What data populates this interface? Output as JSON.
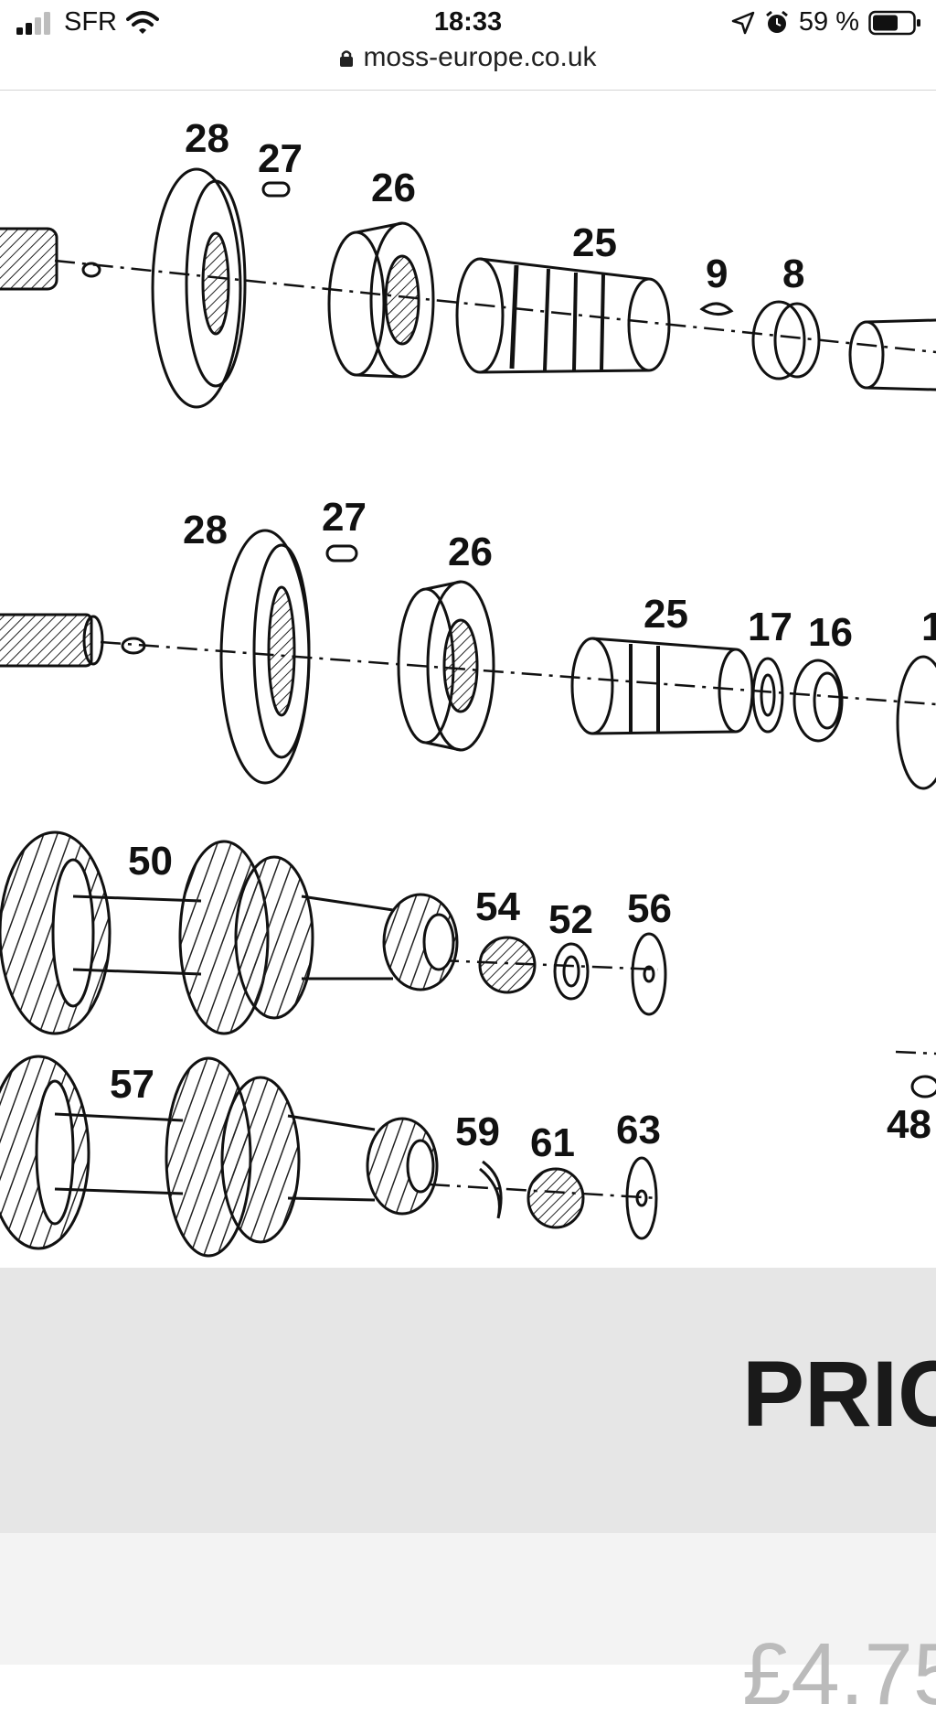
{
  "status_bar": {
    "carrier": "SFR",
    "time": "18:33",
    "battery": "59 %",
    "icons": [
      "signal-icon",
      "wifi-icon",
      "location-arrow-icon",
      "alarm-icon",
      "battery-icon"
    ]
  },
  "browser": {
    "url": "moss-europe.co.uk"
  },
  "diagram": {
    "callouts": {
      "r1_28": "28",
      "r1_27": "27",
      "r1_26": "26",
      "r1_25": "25",
      "r1_9": "9",
      "r1_8": "8",
      "r2_28": "28",
      "r2_27": "27",
      "r2_26": "26",
      "r2_25": "25",
      "r2_17": "17",
      "r2_16": "16",
      "r2_1": "1",
      "r3_50": "50",
      "r3_54": "54",
      "r3_52": "52",
      "r3_56": "56",
      "r4_57": "57",
      "r4_59": "59",
      "r4_61": "61",
      "r4_63": "63",
      "r4_48": "48"
    }
  },
  "price": {
    "title": "PRIC",
    "value": "£4.75"
  },
  "colors": {
    "price_band": "#e6e6e6",
    "price_lower": "#f3f3f3",
    "ink": "#111111"
  }
}
